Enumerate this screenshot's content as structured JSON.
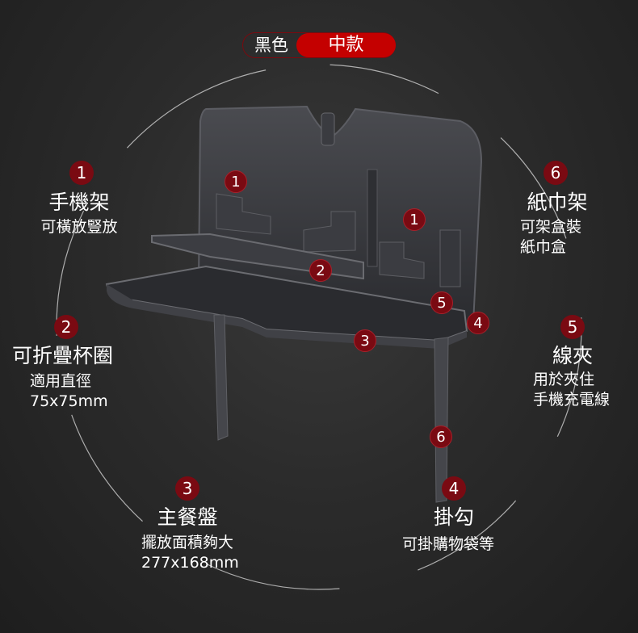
{
  "selector": {
    "color_label": "黑色",
    "size_label": "中款"
  },
  "features": [
    {
      "number": "1",
      "title": "手機架",
      "lines": [
        "可橫放豎放"
      ]
    },
    {
      "number": "2",
      "title": "可折疊杯圈",
      "lines": [
        "適用直徑",
        "75x75mm"
      ]
    },
    {
      "number": "3",
      "title": "主餐盤",
      "lines": [
        "擺放面積夠大",
        "277x168mm"
      ]
    },
    {
      "number": "4",
      "title": "掛勾",
      "lines": [
        "可掛購物袋等"
      ]
    },
    {
      "number": "5",
      "title": "線夾",
      "lines": [
        "用於夾住",
        "手機充電線"
      ]
    },
    {
      "number": "6",
      "title": "紙巾架",
      "lines": [
        "可架盒裝",
        "紙巾盒"
      ]
    }
  ],
  "product_markers": [
    "1",
    "1",
    "2",
    "5",
    "4",
    "3",
    "6"
  ],
  "colors": {
    "accent": "#c40000",
    "badge": "#7a0a12",
    "background": "#2b2b2b"
  }
}
